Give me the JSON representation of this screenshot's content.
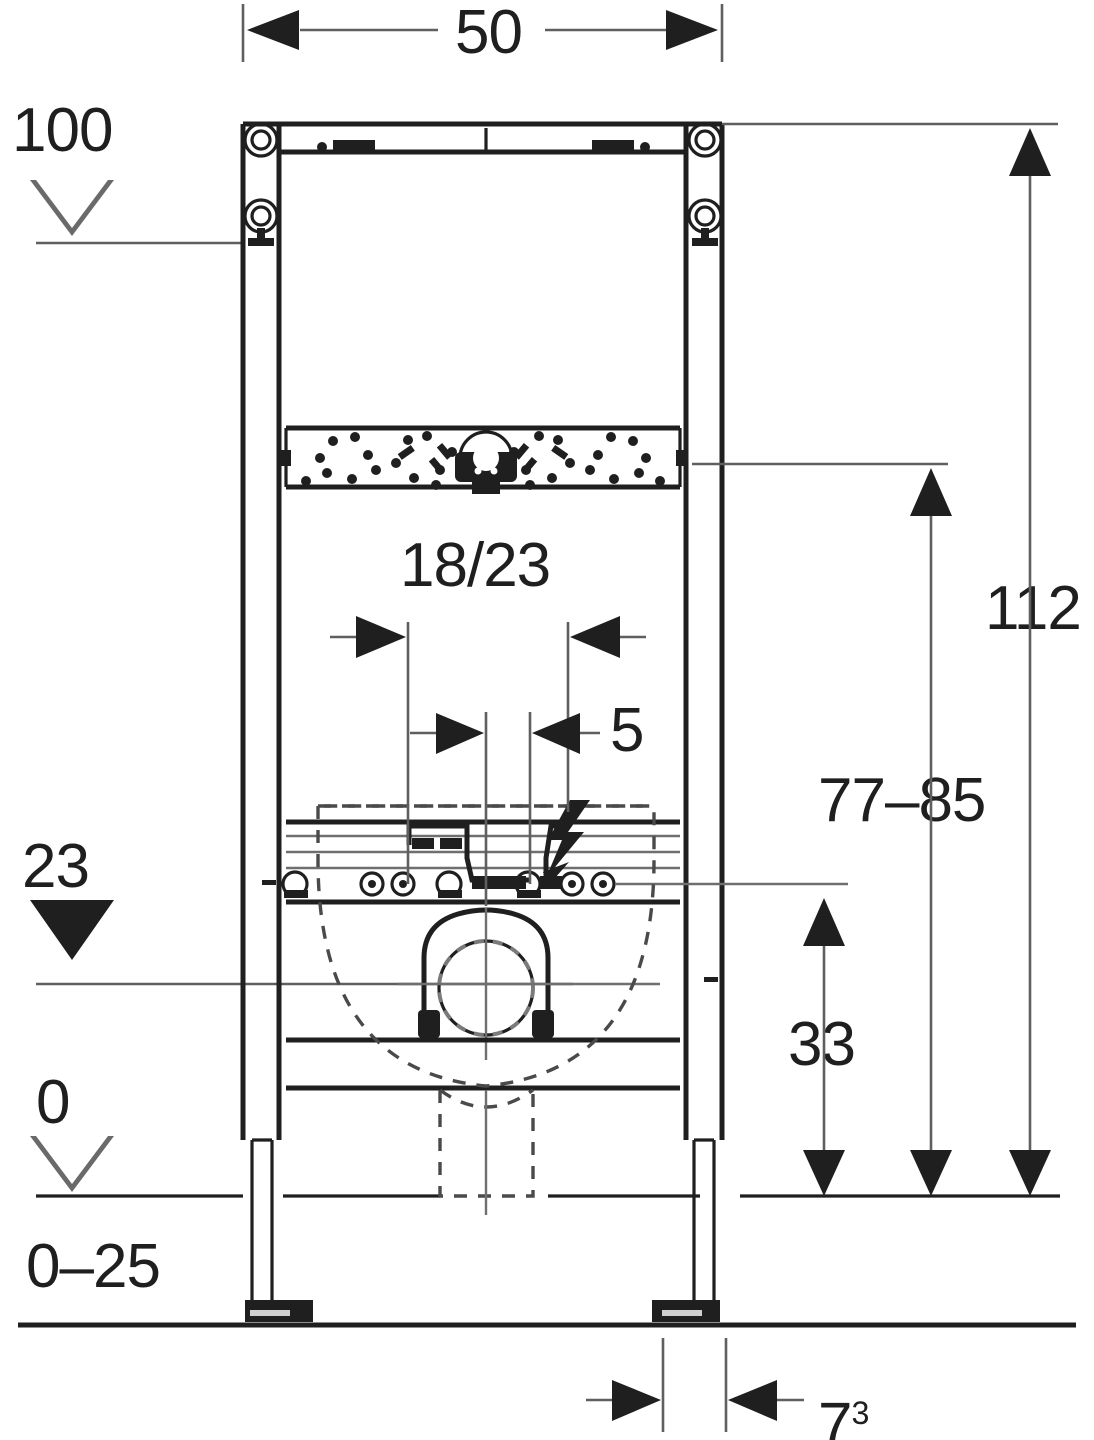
{
  "drawing": {
    "title": "Sanitary installation frame – front elevation with dimensions",
    "units": "cm",
    "line_color": "#1f1f1f",
    "dim_color": "#5f5f5f"
  },
  "dimensions": {
    "width_overall": "50",
    "height_total": "112",
    "height_rim_range": "77–85",
    "height_lower": "33",
    "level_top": "100",
    "level_mid": "23",
    "level_zero": "0",
    "floor_adjust": "0–25",
    "water_connection_spacing": "18/23",
    "offset_small": "5",
    "depth_note": "7",
    "depth_note_sup": "3"
  },
  "labels": [
    {
      "id": "width-50",
      "text": "50"
    },
    {
      "id": "level-100",
      "text": "100"
    },
    {
      "id": "height-112",
      "text": "112"
    },
    {
      "id": "spacing-18-23",
      "text": "18/23"
    },
    {
      "id": "offset-5",
      "text": "5"
    },
    {
      "id": "rim-77-85",
      "text": "77–85"
    },
    {
      "id": "level-23",
      "text": "23"
    },
    {
      "id": "height-33",
      "text": "33"
    },
    {
      "id": "level-0",
      "text": "0"
    },
    {
      "id": "floor-0-25",
      "text": "0–25"
    },
    {
      "id": "depth-7-3",
      "text": "7"
    }
  ],
  "symbols": {
    "level_marker_open": "open-triangle-level-symbol",
    "level_marker_solid": "filled-triangle-level-symbol",
    "electrical": "lightning-bolt-icon",
    "arrow_left": "arrow-left-icon",
    "arrow_right": "arrow-right-icon",
    "arrow_up": "arrow-up-icon",
    "arrow_down": "arrow-down-icon"
  },
  "components": {
    "frame": "installation-frame-outline",
    "left_post": "frame-post-left",
    "right_post": "frame-post-right",
    "top_rail": "frame-top-rail",
    "perforated_panel": "perforated-mounting-panel",
    "water_rail": "water-connection-rail",
    "waste_elbow": "waste-pipe-connector",
    "foot_left": "adjustable-foot-left",
    "foot_right": "adjustable-foot-right",
    "ceramic_outline": "ceramic-appliance-dashed-outline",
    "wall_anchor": "wall-anchor-eyelet"
  }
}
